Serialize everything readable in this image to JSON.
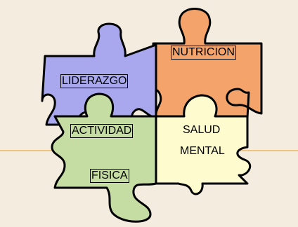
{
  "diagram": {
    "pieces": [
      {
        "key": "liderazgo",
        "label": "LIDERAZGO",
        "color": "#a9a8ee"
      },
      {
        "key": "nutricion",
        "label": "NUTRICION",
        "color": "#f4a46b"
      },
      {
        "key": "actividad",
        "label": "ACTIVIDAD",
        "color": "#c5dda3"
      },
      {
        "key": "fisica",
        "label": "FISICA",
        "color": "#c5dda3"
      },
      {
        "key": "salud",
        "label": "SALUD",
        "color": "#fefbcf"
      },
      {
        "key": "mental",
        "label": "MENTAL",
        "color": "#fefbcf"
      }
    ],
    "background_color": "#f3ecdf",
    "rule_color": "#f2c37a"
  }
}
